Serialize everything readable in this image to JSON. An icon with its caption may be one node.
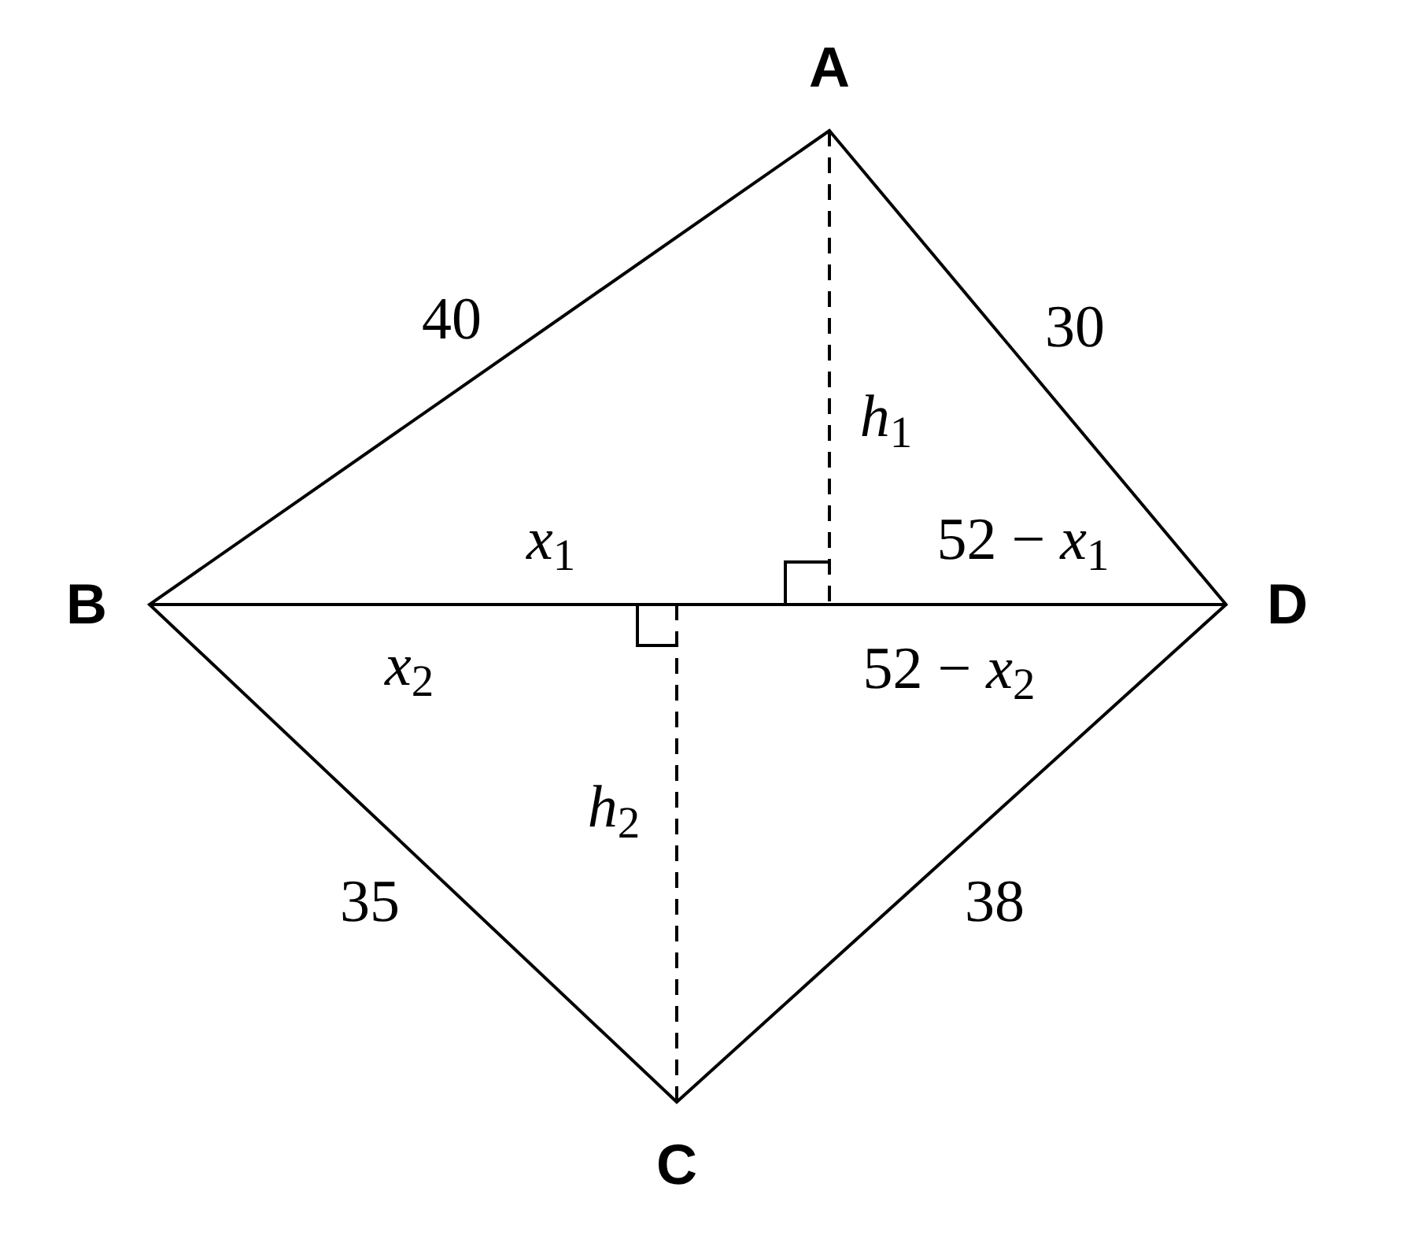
{
  "diagram": {
    "labels": [
      "A",
      "40",
      "30",
      "*h*$_{1}$",
      "*x*$_{1}$",
      "52 − *x*$_{1}$",
      "B",
      "D",
      "*x*$_{2}$",
      "52 − *x*$_{2}$",
      "*h*$_{2}$",
      "35",
      "38",
      "C"
    ]
  }
}
